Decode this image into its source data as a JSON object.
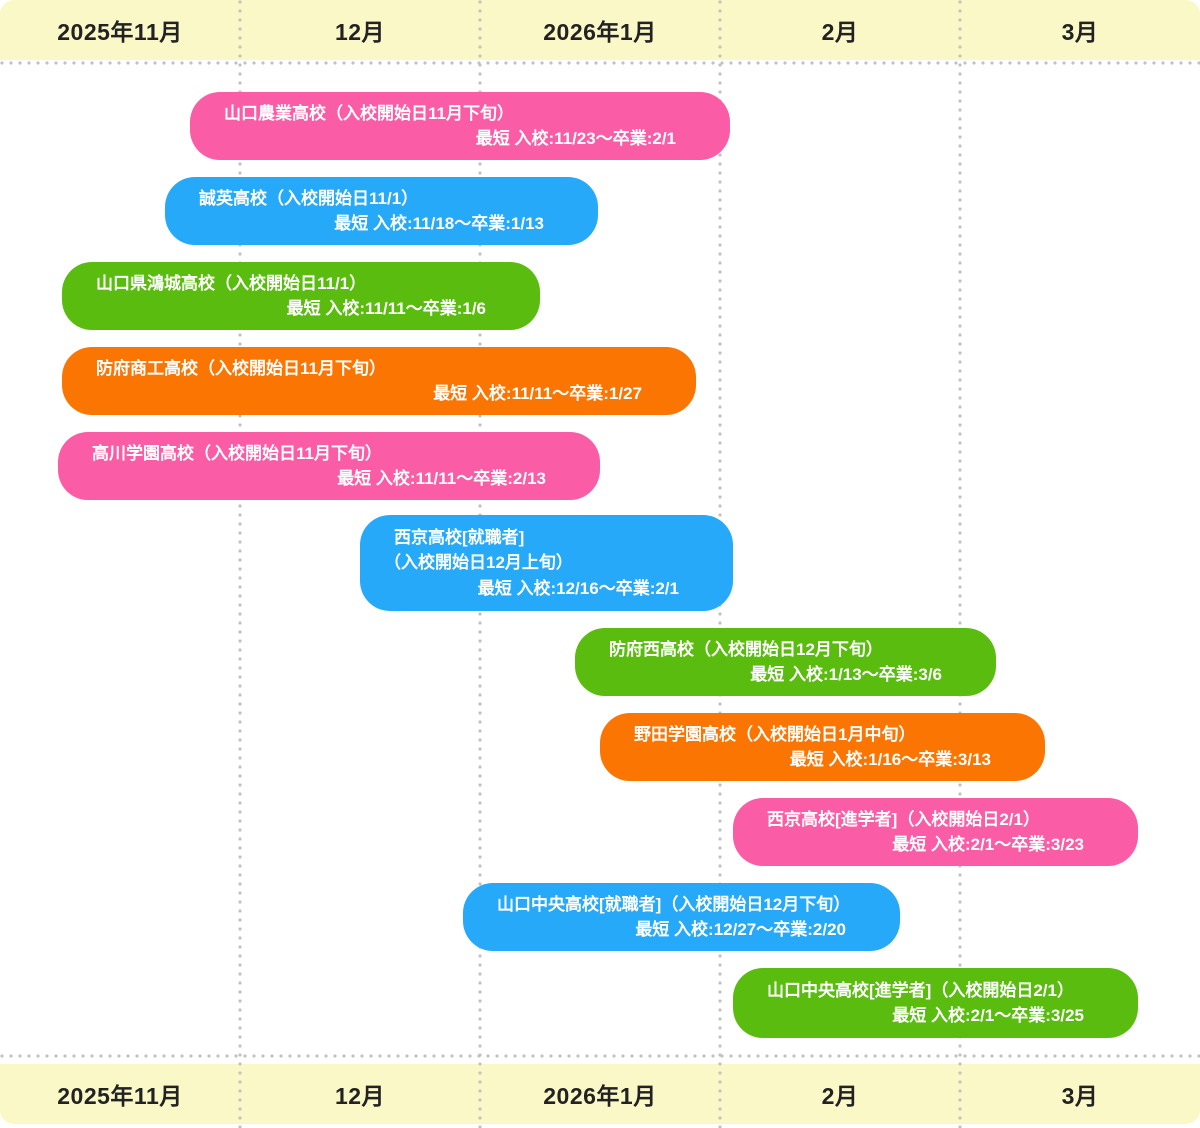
{
  "header": {
    "months": [
      "2025年11月",
      "12月",
      "2026年1月",
      "2月",
      "3月"
    ]
  },
  "footer": {
    "months": [
      "2025年11月",
      "12月",
      "2026年1月",
      "2月",
      "3月"
    ]
  },
  "palette": {
    "pink": "#fa5ca6",
    "blue": "#25a9f8",
    "green": "#5abc0e",
    "orange": "#fb7503",
    "band_yellow": "#fbf8c8",
    "grid_dot_gray": "#c2c2c2",
    "month_text": "#222222",
    "bar_text": "#ffffff"
  },
  "bars": [
    {
      "school": "山口農業高校（入校開始日11月下旬）",
      "period": "最短 入校:11/23〜卒業:2/1",
      "color": "pink"
    },
    {
      "school": "誠英高校（入校開始日11/1）",
      "period": "最短 入校:11/18〜卒業:1/13",
      "color": "blue"
    },
    {
      "school": "山口県鴻城高校（入校開始日11/1）",
      "period": "最短 入校:11/11〜卒業:1/6",
      "color": "green"
    },
    {
      "school": "防府商工高校（入校開始日11月下旬）",
      "period": "最短 入校:11/11〜卒業:1/27",
      "color": "orange"
    },
    {
      "school": "高川学園高校（入校開始日11月下旬）",
      "period": "最短 入校:11/11〜卒業:2/13",
      "color": "pink"
    },
    {
      "school": "西京高校[就職者]",
      "school_line2": "（入校開始日12月上旬）",
      "period": "最短 入校:12/16〜卒業:2/1",
      "color": "blue"
    },
    {
      "school": "防府西高校（入校開始日12月下旬）",
      "period": "最短 入校:1/13〜卒業:3/6",
      "color": "green"
    },
    {
      "school": "野田学園高校（入校開始日1月中旬）",
      "period": "最短 入校:1/16〜卒業:3/13",
      "color": "orange"
    },
    {
      "school": "西京高校[進学者]（入校開始日2/1）",
      "period": "最短 入校:2/1〜卒業:3/23",
      "color": "pink"
    },
    {
      "school": "山口中央高校[就職者]（入校開始日12月下旬）",
      "period": "最短 入校:12/27〜卒業:2/20",
      "color": "blue"
    },
    {
      "school": "山口中央高校[進学者]（入校開始日2/1）",
      "period": "最短 入校:2/1〜卒業:3/25",
      "color": "green"
    }
  ],
  "chart_data": {
    "type": "bar",
    "variant": "horizontal-gantt-timeline",
    "title": "",
    "x_axis": {
      "labels": [
        "2025年11月",
        "12月",
        "2026年1月",
        "2月",
        "3月"
      ],
      "shown_top_and_bottom": true,
      "gridlines": "dotted-vertical-at-month-boundaries"
    },
    "series": [
      {
        "name": "山口農業高校",
        "entry_start_note": "入校開始日11月下旬",
        "shortest_entry": "11/23",
        "graduation": "2/1",
        "color": "#fa5ca6"
      },
      {
        "name": "誠英高校",
        "entry_start_note": "入校開始日11/1",
        "shortest_entry": "11/18",
        "graduation": "1/13",
        "color": "#25a9f8"
      },
      {
        "name": "山口県鴻城高校",
        "entry_start_note": "入校開始日11/1",
        "shortest_entry": "11/11",
        "graduation": "1/6",
        "color": "#5abc0e"
      },
      {
        "name": "防府商工高校",
        "entry_start_note": "入校開始日11月下旬",
        "shortest_entry": "11/11",
        "graduation": "1/27",
        "color": "#fb7503"
      },
      {
        "name": "高川学園高校",
        "entry_start_note": "入校開始日11月下旬",
        "shortest_entry": "11/11",
        "graduation": "2/13",
        "color": "#fa5ca6"
      },
      {
        "name": "西京高校[就職者]",
        "entry_start_note": "入校開始日12月上旬",
        "shortest_entry": "12/16",
        "graduation": "2/1",
        "color": "#25a9f8"
      },
      {
        "name": "防府西高校",
        "entry_start_note": "入校開始日12月下旬",
        "shortest_entry": "1/13",
        "graduation": "3/6",
        "color": "#5abc0e"
      },
      {
        "name": "野田学園高校",
        "entry_start_note": "入校開始日1月中旬",
        "shortest_entry": "1/16",
        "graduation": "3/13",
        "color": "#fb7503"
      },
      {
        "name": "西京高校[進学者]",
        "entry_start_note": "入校開始日2/1",
        "shortest_entry": "2/1",
        "graduation": "3/23",
        "color": "#fa5ca6"
      },
      {
        "name": "山口中央高校[就職者]",
        "entry_start_note": "入校開始日12月下旬",
        "shortest_entry": "12/27",
        "graduation": "2/20",
        "color": "#25a9f8"
      },
      {
        "name": "山口中央高校[進学者]",
        "entry_start_note": "入校開始日2/1",
        "shortest_entry": "2/1",
        "graduation": "3/25",
        "color": "#5abc0e"
      }
    ]
  }
}
